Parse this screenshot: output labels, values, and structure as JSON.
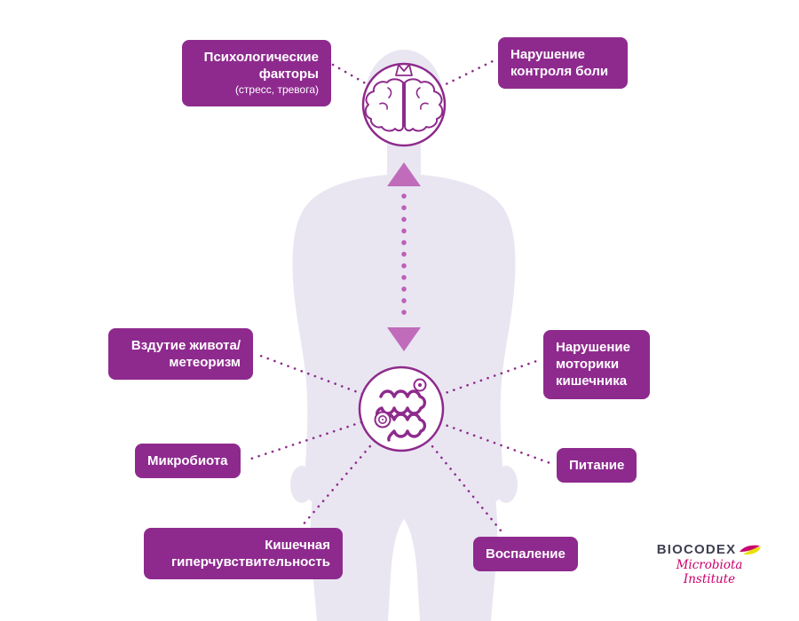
{
  "labels": [
    {
      "id": "psychological-factors",
      "text": "Психологические факторы",
      "sub": "(стресс, тревога)"
    },
    {
      "id": "pain-control",
      "text": "Нарушение контроля боли"
    },
    {
      "id": "bloating",
      "text": "Вздутие живота/ метеоризм"
    },
    {
      "id": "motility",
      "text": "Нарушение моторики кишечника"
    },
    {
      "id": "microbiota",
      "text": "Микробиота"
    },
    {
      "id": "nutrition",
      "text": "Питание"
    },
    {
      "id": "hypersensitivity",
      "text": "Кишечная гиперчувствительность"
    },
    {
      "id": "inflammation",
      "text": "Воспаление"
    }
  ],
  "icons": {
    "brain": "brain-icon",
    "gut": "intestine-icon",
    "axis_arrow": "double-headed-dotted-arrow-icon",
    "logo_leaf": "biocodex-leaf-icon"
  },
  "colors": {
    "label_bg": "#8e2a8e",
    "line": "#8e2a8c",
    "arrow": "#c06cbb",
    "body_silhouette": "#e9e6f2",
    "logo_magenta": "#c9006b",
    "logo_yellow": "#e8e100",
    "logo_dark": "#3f3f52"
  },
  "logo": {
    "brand": "BIOCODEX",
    "subtitle": "Microbiota Institute"
  }
}
